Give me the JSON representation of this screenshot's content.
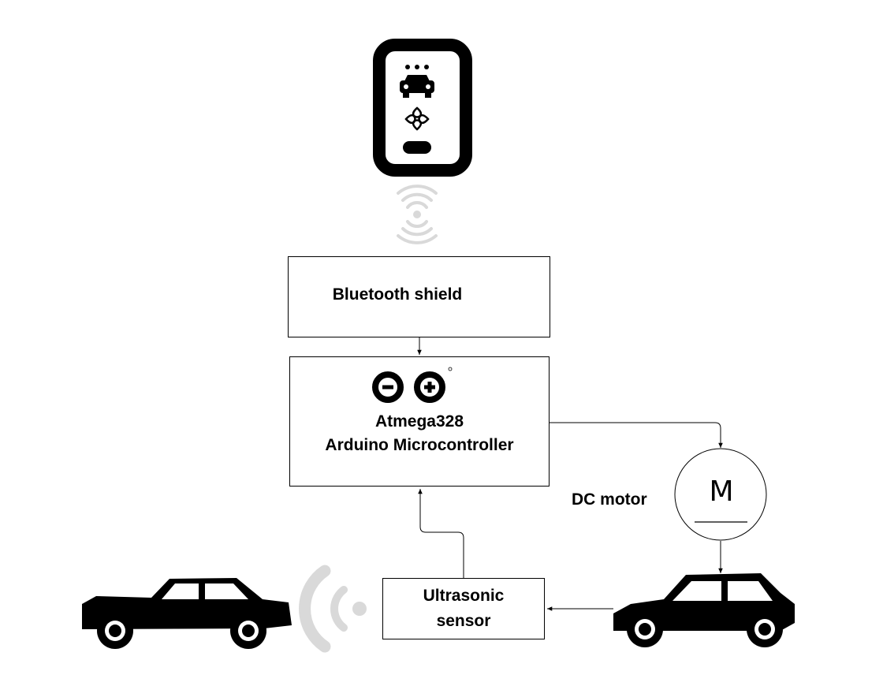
{
  "diagram": {
    "nodes": {
      "bluetooth_shield": {
        "label": "Bluetooth shield",
        "icon": "bluetooth-icon"
      },
      "microcontroller": {
        "line1": "Atmega328",
        "line2": "Arduino Microcontroller",
        "icon": "arduino-logo-icon"
      },
      "ultrasonic_sensor": {
        "line1": "Ultrasonic",
        "line2": "sensor"
      },
      "dc_motor": {
        "label": "DC motor",
        "symbol": "M"
      },
      "smartphone": {
        "icon": "smartphone-car-app-icon"
      },
      "own_car": {
        "icon": "car-icon"
      },
      "obstacle_car": {
        "icon": "car-icon"
      }
    },
    "edges": [
      {
        "from": "bluetooth_shield",
        "to": "microcontroller"
      },
      {
        "from": "microcontroller",
        "to": "dc_motor"
      },
      {
        "from": "dc_motor",
        "to": "own_car"
      },
      {
        "from": "own_car",
        "to": "ultrasonic_sensor"
      },
      {
        "from": "ultrasonic_sensor",
        "to": "microcontroller"
      }
    ],
    "colors": {
      "stroke": "#000000",
      "signal_waves": "#d9d9d9",
      "fill_dark": "#000000",
      "background": "#ffffff"
    }
  }
}
